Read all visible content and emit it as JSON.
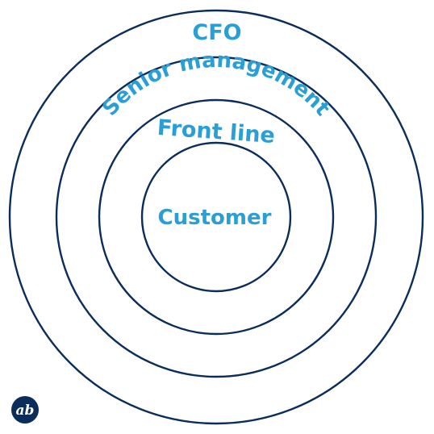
{
  "diagram": {
    "labels": {
      "outer": "CFO",
      "second": "Senior management",
      "third": "Front line",
      "center": "Customer"
    },
    "logo_text": "ab"
  },
  "colors": {
    "ring_stroke": "#0b2d5b",
    "label_text": "#2a9fd6",
    "logo_fill": "#0b2d5b",
    "logo_text": "#ffffff",
    "background": "#ffffff"
  }
}
